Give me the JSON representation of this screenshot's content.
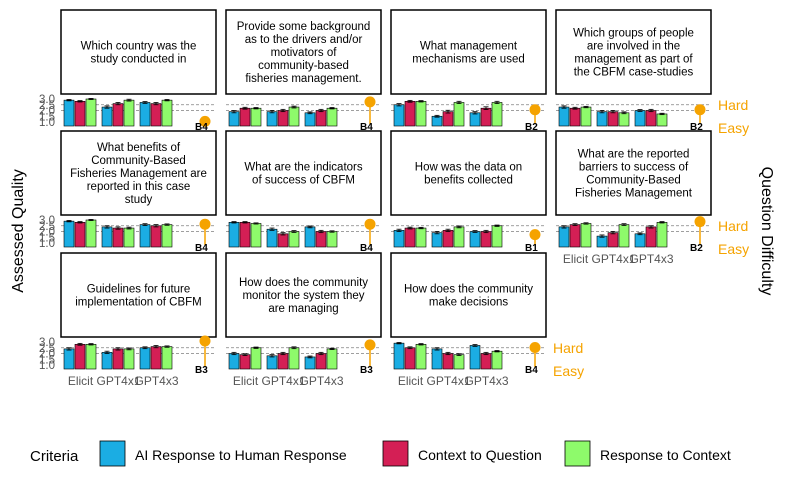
{
  "y_axis_label": "Assessed Quality",
  "right_axis_label": "Question Difficulty",
  "difficulty_labels": {
    "hard": "Hard",
    "easy": "Easy"
  },
  "x_groups": [
    "Elicit",
    "GPT4x1",
    "GPT4x3"
  ],
  "y_ticks": [
    "1.0",
    "1.5",
    "2.0",
    "2.5",
    "3.0"
  ],
  "legend": {
    "title": "Criteria",
    "items": [
      {
        "label": "AI Response to Human Response",
        "color": "#1BADE3"
      },
      {
        "label": "Context to Question",
        "color": "#D41F55"
      },
      {
        "label": "Response to Context",
        "color": "#8EFA6B"
      }
    ]
  },
  "colors": {
    "accent_orange": "#F5A300",
    "frame": "#000000",
    "dashed": "#808080"
  },
  "chart_data": {
    "type": "bar",
    "ylim": [
      1,
      3
    ],
    "difficulty_scale": [
      "Easy",
      "Hard"
    ],
    "panels": [
      {
        "title": "Which country was the study conducted in",
        "qid": "B4",
        "difficulty": 0.1,
        "values": [
          [
            2.9,
            2.8,
            3.0
          ],
          [
            2.3,
            2.6,
            2.9
          ],
          [
            2.7,
            2.6,
            2.9
          ]
        ],
        "errors": [
          [
            0.06,
            0.06,
            0.05
          ],
          [
            0.1,
            0.1,
            0.08
          ],
          [
            0.08,
            0.1,
            0.06
          ]
        ]
      },
      {
        "title": "Provide some background as to the drivers and/or motivators of community-based fisheries management.",
        "qid": "B4",
        "difficulty": 0.85,
        "values": [
          [
            1.9,
            2.2,
            2.2
          ],
          [
            1.9,
            2.0,
            2.3
          ],
          [
            1.8,
            2.0,
            2.2
          ]
        ],
        "errors": [
          [
            0.1,
            0.08,
            0.06
          ],
          [
            0.1,
            0.1,
            0.08
          ],
          [
            0.08,
            0.1,
            0.06
          ]
        ]
      },
      {
        "title": "What management mechanisms are used",
        "qid": "B2",
        "difficulty": 0.55,
        "values": [
          [
            2.5,
            2.8,
            2.8
          ],
          [
            1.5,
            1.9,
            2.7
          ],
          [
            1.8,
            2.2,
            2.7
          ]
        ],
        "errors": [
          [
            0.1,
            0.08,
            0.06
          ],
          [
            0.08,
            0.12,
            0.1
          ],
          [
            0.1,
            0.12,
            0.1
          ]
        ]
      },
      {
        "title": "Which groups of people are involved in the management as part of the CBFM case-studies",
        "qid": "B2",
        "difficulty": 0.55,
        "values": [
          [
            2.3,
            2.2,
            2.3
          ],
          [
            1.9,
            1.9,
            1.8
          ],
          [
            2.0,
            2.0,
            1.7
          ]
        ],
        "errors": [
          [
            0.1,
            0.08,
            0.06
          ],
          [
            0.1,
            0.1,
            0.08
          ],
          [
            0.08,
            0.1,
            0.06
          ]
        ]
      },
      {
        "title": "What benefits of Community-Based Fisheries Management are reported in this case study",
        "qid": "B4",
        "difficulty": 0.8,
        "values": [
          [
            2.9,
            2.8,
            3.0
          ],
          [
            2.4,
            2.3,
            2.3
          ],
          [
            2.6,
            2.5,
            2.6
          ]
        ],
        "errors": [
          [
            0.06,
            0.06,
            0.05
          ],
          [
            0.1,
            0.1,
            0.08
          ],
          [
            0.08,
            0.1,
            0.06
          ]
        ]
      },
      {
        "title": "What are the indicators of success of CBFM",
        "qid": "B4",
        "difficulty": 0.8,
        "values": [
          [
            2.8,
            2.8,
            2.7
          ],
          [
            2.2,
            1.8,
            2.0
          ],
          [
            2.4,
            2.0,
            2.0
          ]
        ],
        "errors": [
          [
            0.06,
            0.06,
            0.05
          ],
          [
            0.1,
            0.1,
            0.08
          ],
          [
            0.08,
            0.1,
            0.06
          ]
        ]
      },
      {
        "title": "How was the data on benefits collected",
        "qid": "B1",
        "difficulty": 0.4,
        "values": [
          [
            2.1,
            2.3,
            2.3
          ],
          [
            1.9,
            2.1,
            2.4
          ],
          [
            2.0,
            2.0,
            2.5
          ]
        ],
        "errors": [
          [
            0.1,
            0.08,
            0.06
          ],
          [
            0.1,
            0.1,
            0.08
          ],
          [
            0.08,
            0.1,
            0.06
          ]
        ]
      },
      {
        "title": "What are the reported barriers to success of Community-Based Fisheries Management",
        "qid": "B2",
        "difficulty": 0.9,
        "values": [
          [
            2.4,
            2.6,
            2.7
          ],
          [
            1.6,
            1.9,
            2.6
          ],
          [
            1.8,
            2.4,
            2.8
          ]
        ],
        "errors": [
          [
            0.1,
            0.08,
            0.06
          ],
          [
            0.1,
            0.1,
            0.08
          ],
          [
            0.08,
            0.1,
            0.06
          ]
        ]
      },
      {
        "title": "Guidelines for future implementation of CBFM",
        "qid": "B3",
        "difficulty": 1.0,
        "values": [
          [
            2.4,
            2.8,
            2.8
          ],
          [
            2.1,
            2.4,
            2.4
          ],
          [
            2.5,
            2.6,
            2.6
          ]
        ],
        "errors": [
          [
            0.1,
            0.08,
            0.06
          ],
          [
            0.1,
            0.1,
            0.08
          ],
          [
            0.08,
            0.1,
            0.06
          ]
        ]
      },
      {
        "title": "How does the community monitor the system they are managing",
        "qid": "B3",
        "difficulty": 0.85,
        "values": [
          [
            2.0,
            1.9,
            2.5
          ],
          [
            1.8,
            2.0,
            2.5
          ],
          [
            1.7,
            2.0,
            2.4
          ]
        ],
        "errors": [
          [
            0.1,
            0.08,
            0.06
          ],
          [
            0.1,
            0.1,
            0.08
          ],
          [
            0.08,
            0.1,
            0.06
          ]
        ]
      },
      {
        "title": "How does the community make decisions",
        "qid": "B4",
        "difficulty": 0.75,
        "values": [
          [
            2.9,
            2.5,
            2.8
          ],
          [
            2.4,
            2.0,
            1.9
          ],
          [
            2.7,
            2.0,
            2.2
          ]
        ],
        "errors": [
          [
            0.06,
            0.08,
            0.06
          ],
          [
            0.1,
            0.1,
            0.08
          ],
          [
            0.08,
            0.1,
            0.06
          ]
        ]
      }
    ]
  }
}
